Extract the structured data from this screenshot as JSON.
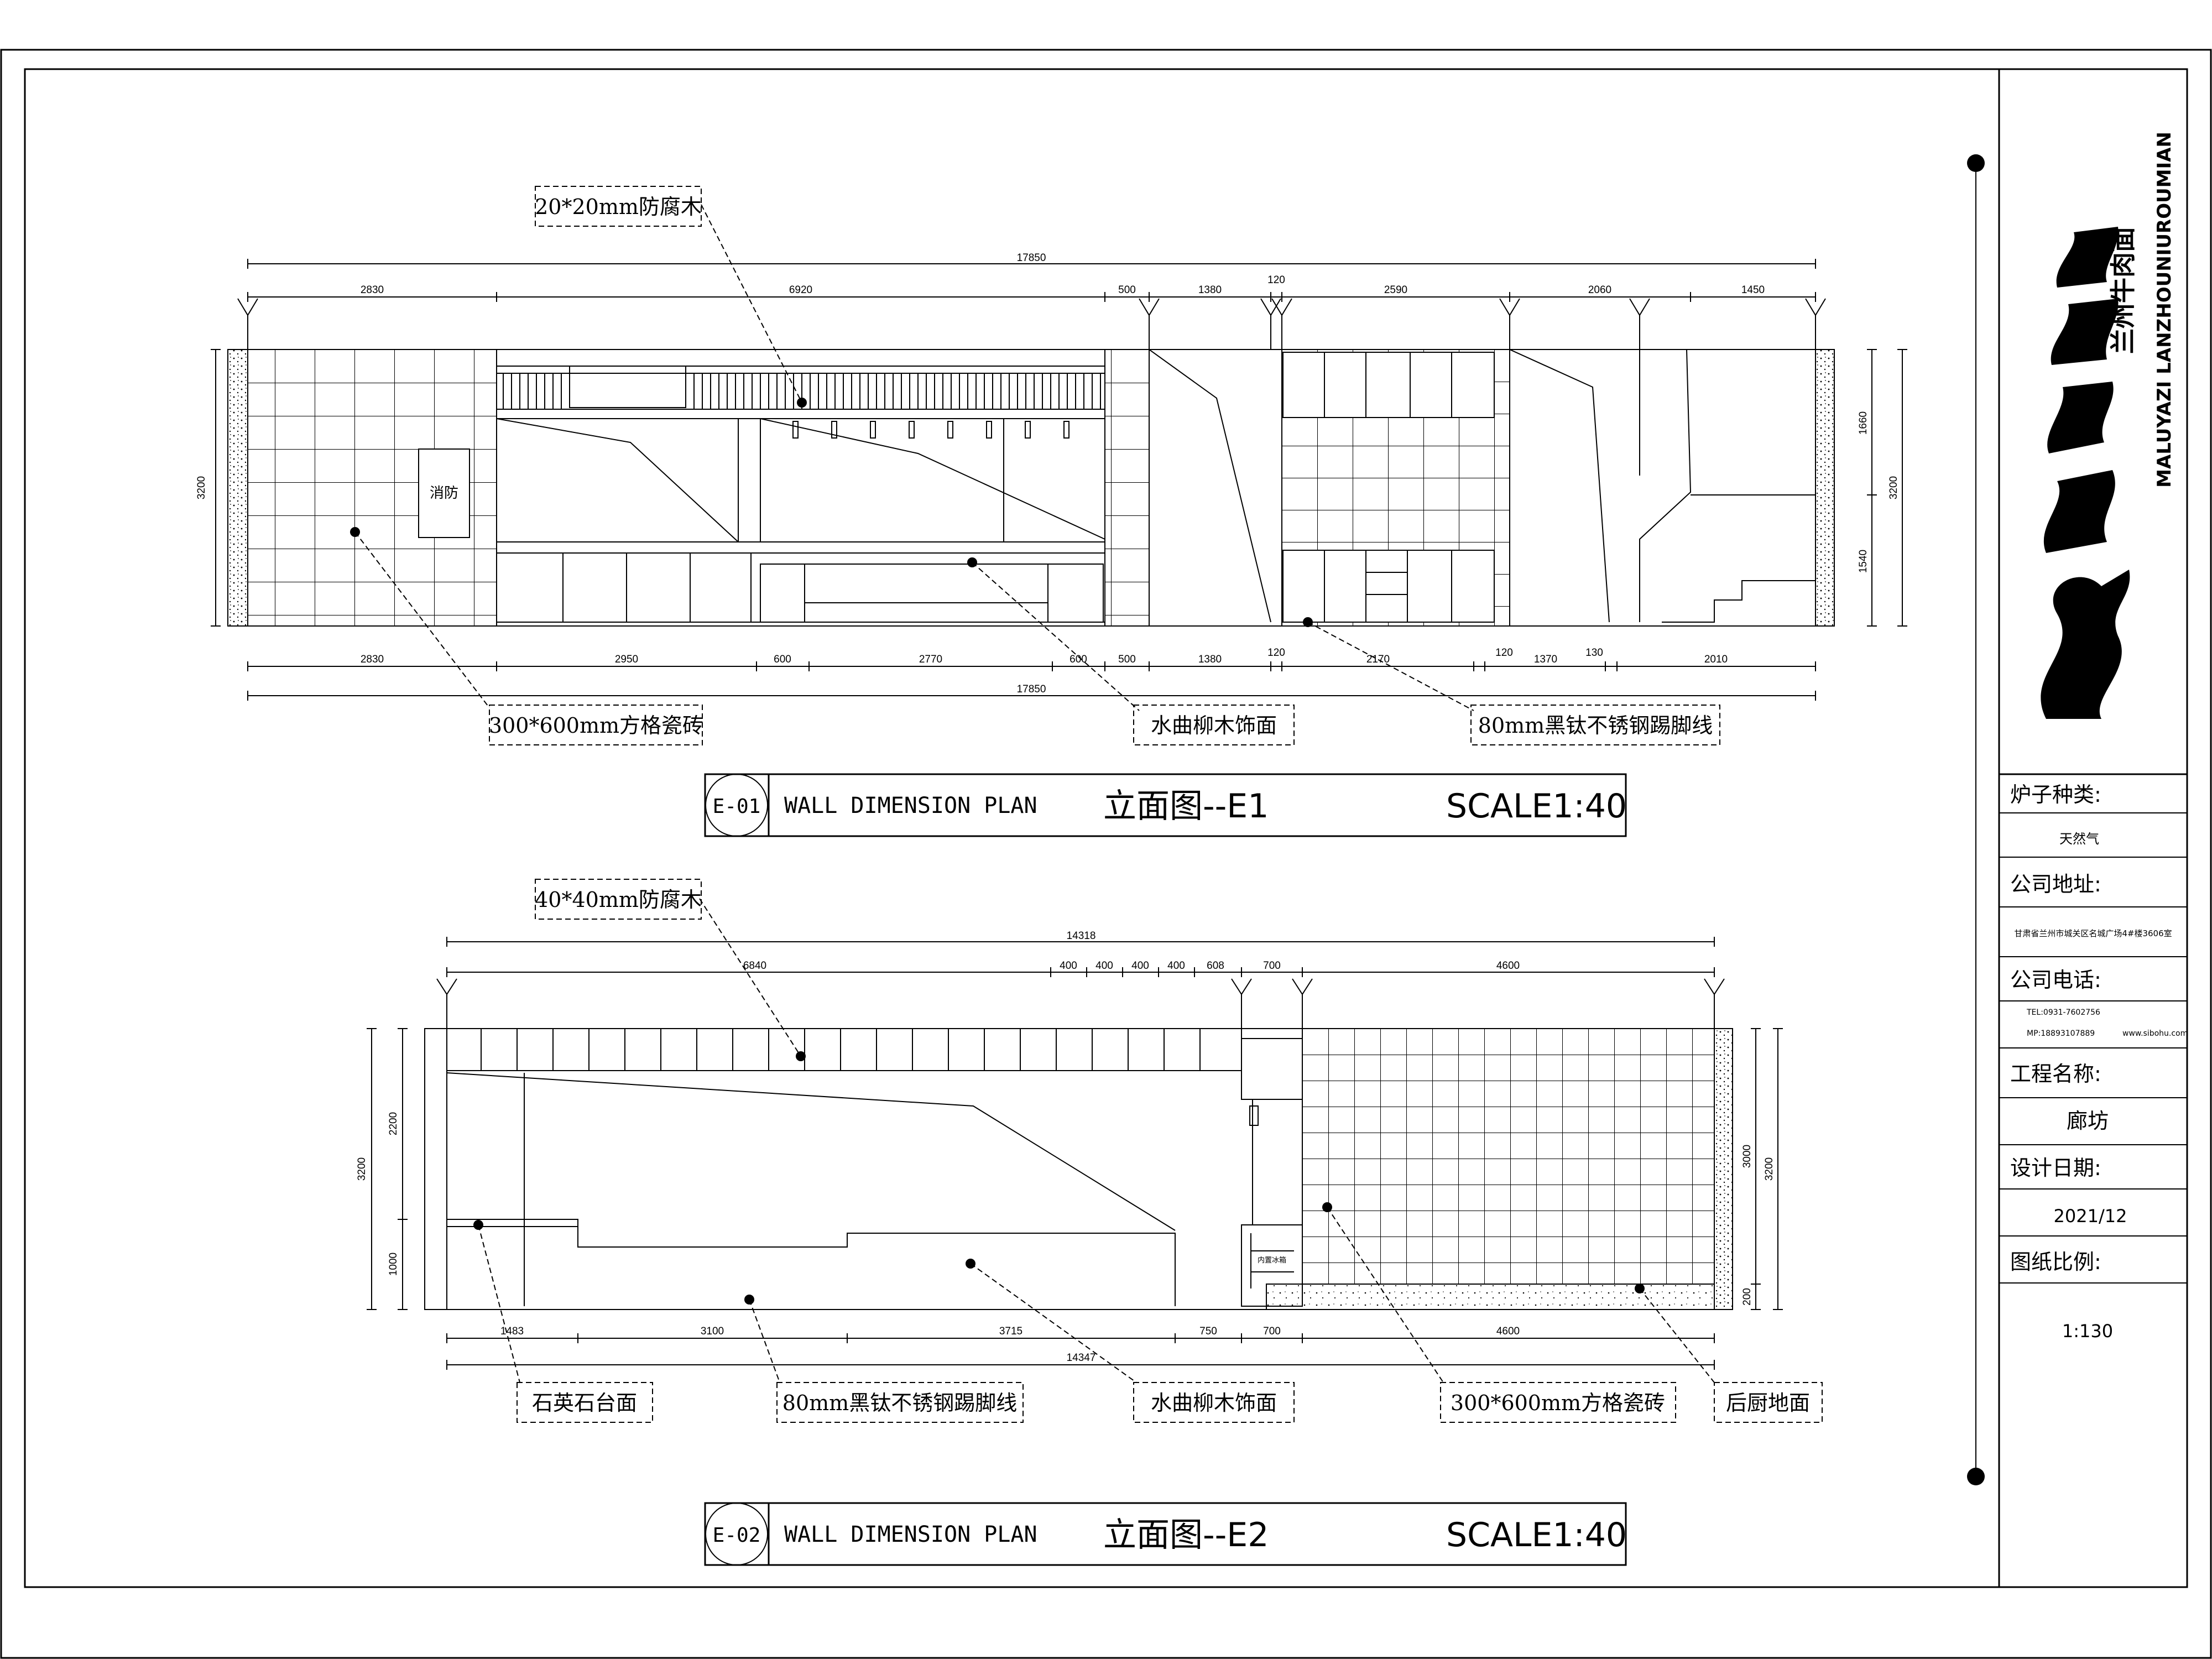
{
  "title_block": {
    "brand_cn": "兰州牛肉面",
    "brand_en": "MALUYAZI LANZHOUNIUROUMIAN",
    "stove_label": "炉子种类:",
    "stove_value": "天然气",
    "address_label": "公司地址:",
    "address_value": "甘肃省兰州市城关区名城广场4#楼3606室",
    "phone_label": "公司电话:",
    "phone_tel": "TEL:0931-7602756",
    "phone_mp": "MP:18893107889",
    "website": "www.sibohu.com",
    "project_label": "工程名称:",
    "project_value": "廊坊",
    "date_label": "设计日期:",
    "date_value": "2021/12",
    "scale_label": "图纸比例:",
    "scale_value": "1:130"
  },
  "elevation_e1": {
    "code": "E-01",
    "plan_label": "WALL DIMENSION PLAN",
    "title": "立面图--E1",
    "scale": "SCALE1:40",
    "callouts": {
      "wood": "20*20mm防腐木",
      "tile": "300*600mm方格瓷砖",
      "willow": "水曲柳木饰面",
      "skirting": "80mm黑钛不锈钢踢脚线"
    },
    "fire_label": "消防",
    "dims": {
      "overall_top": "17850",
      "top": [
        "2830",
        "6920",
        "500",
        "1380",
        "120",
        "2590",
        "2060",
        "1450"
      ],
      "bottom": [
        "2830",
        "2950",
        "600",
        "2770",
        "600",
        "500",
        "1380",
        "120",
        "2170",
        "120",
        "1370",
        "130",
        "2010"
      ],
      "overall_bottom": "17850",
      "left": "3200",
      "right": [
        "1660",
        "1540"
      ],
      "right_total": "3200"
    }
  },
  "elevation_e2": {
    "code": "E-02",
    "plan_label": "WALL DIMENSION PLAN",
    "title": "立面图--E2",
    "scale": "SCALE1:40",
    "callouts": {
      "wood": "40*40mm防腐木",
      "quartz": "石英石台面",
      "skirting": "80mm黑钛不锈钢踢脚线",
      "willow": "水曲柳木饰面",
      "tile": "300*600mm方格瓷砖",
      "kitchen_floor": "后厨地面"
    },
    "small_note": "内置冰箱",
    "dims": {
      "overall_top": "14318",
      "top": [
        "6840",
        "400",
        "400",
        "400",
        "400",
        "608",
        "700",
        "4600"
      ],
      "bottom": [
        "1483",
        "3100",
        "3715",
        "750",
        "700",
        "4600"
      ],
      "overall_bottom": "14347",
      "left_outer": "3200",
      "left_inner": [
        "2200",
        "1000"
      ],
      "right_inner": [
        "3000",
        "200"
      ],
      "right_outer": "3200"
    }
  }
}
